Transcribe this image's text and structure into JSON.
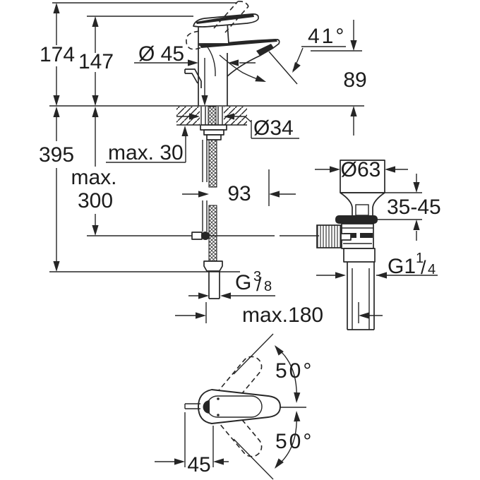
{
  "page": {
    "background": "#ffffff"
  },
  "drawing": {
    "title": "Single-lever basin mixer with pop-up waste - dimensional drawing",
    "units": "mm",
    "line_color": "#262626",
    "side_view": {
      "height_open": "174",
      "height_closed": "147",
      "body_diameter": "Ø 45",
      "outlet_angle": "41°",
      "outlet_height": "89",
      "hole_diameter": "Ø34",
      "deck_thickness": "max. 30",
      "depth_below_deck": "395",
      "rod_drop_line1": "max.",
      "rod_drop_line2": "300",
      "spout_reach": "93",
      "waste_flange_diameter": "Ø63",
      "basin_clamp_range": "35-45",
      "rod_reach": "max.180",
      "waste_thread": {
        "main": "G1",
        "sup": "1",
        "slash": "/",
        "sub": "4"
      },
      "supply_thread": {
        "main": "G",
        "sup": "3",
        "slash": "/",
        "sub": "8"
      }
    },
    "top_view": {
      "swing_upper": "50°",
      "swing_lower": "50°",
      "lever_offset": "45"
    }
  }
}
